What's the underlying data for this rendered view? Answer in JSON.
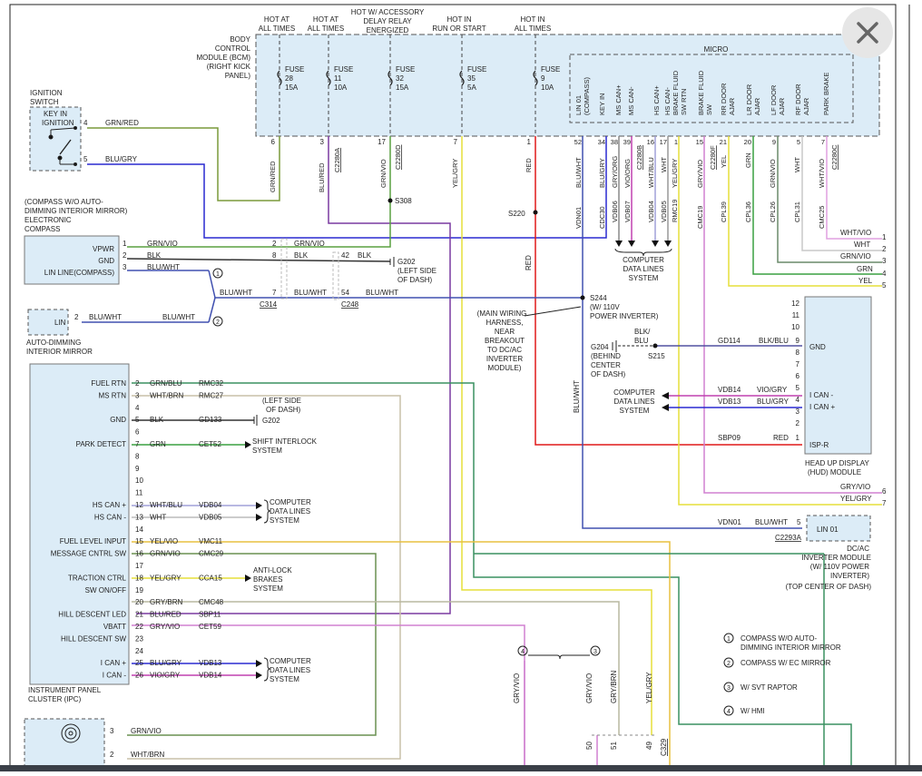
{
  "close_label": "×",
  "bottom_strip": true,
  "top_labels": [
    {
      "id": "t1",
      "lines": [
        "HOT AT",
        "ALL TIMES"
      ]
    },
    {
      "id": "t2",
      "lines": [
        "HOT AT",
        "ALL TIMES"
      ]
    },
    {
      "id": "t3",
      "lines": [
        "HOT W/ ACCESSORY",
        "DELAY RELAY",
        "ENERGIZED"
      ]
    },
    {
      "id": "t4",
      "lines": [
        "HOT IN",
        "RUN OR START"
      ]
    },
    {
      "id": "t5",
      "lines": [
        "HOT IN",
        "ALL TIMES"
      ]
    }
  ],
  "bcm_label": [
    "BODY",
    "CONTROL",
    "MODULE (BCM)",
    "(RIGHT KICK",
    "PANEL)"
  ],
  "micro_label": "MICRO",
  "fuses": [
    {
      "id": "f28",
      "lines": [
        "FUSE",
        "28",
        "15A"
      ],
      "pin": "6",
      "wire": "GRN/RED",
      "conn": ""
    },
    {
      "id": "f11",
      "lines": [
        "FUSE",
        "11",
        "10A"
      ],
      "pin": "3",
      "wire": "BLU/RED",
      "conn": "C2280A"
    },
    {
      "id": "f32",
      "lines": [
        "FUSE",
        "32",
        "15A"
      ],
      "pin": "17",
      "wire": "GRN/VIO",
      "conn": "C2280D"
    },
    {
      "id": "f35",
      "lines": [
        "FUSE",
        "35",
        "5A"
      ],
      "pin": "7",
      "wire": "YEL/GRY",
      "conn": ""
    },
    {
      "id": "f9",
      "lines": [
        "FUSE",
        "9",
        "10A"
      ],
      "pin": "1",
      "wire": "RED",
      "conn": ""
    }
  ],
  "micro_pins": [
    {
      "name": "LIN 01 (COMPASS)",
      "pin": "52",
      "wire": "BLU/WHT",
      "circuit": "VDN01"
    },
    {
      "name": "KEY IN",
      "pin": "34",
      "wire": "BLU/GRY",
      "circuit": "CDC30"
    },
    {
      "name": "MS CAN+",
      "pin": "38",
      "wire": "GRY/ORG",
      "circuit": "VDB06"
    },
    {
      "name": "MS CAN-",
      "pin": "39",
      "wire": "VIO/ORG",
      "circuit": "VDB07"
    },
    {
      "name": "HS CAN+",
      "pin": "16",
      "wire": "WHT/BLU",
      "circuit": "VDB04"
    },
    {
      "name": "HS CAN-",
      "pin": "17",
      "wire": "WHT",
      "circuit": "VDB05"
    },
    {
      "name": "BRAKE FLUID SW RTN",
      "pin": "1",
      "wire": "YEL/GRY",
      "circuit": "RMC19"
    },
    {
      "name": "BRAKE FLUID SW",
      "pin": "15",
      "wire": "GRY/VIO",
      "circuit": "CMC19"
    },
    {
      "name": "RR DOOR AJAR",
      "pin": "21",
      "wire": "YEL",
      "circuit": "CPL39"
    },
    {
      "name": "LR DOOR AJAR",
      "pin": "20",
      "wire": "GRN",
      "circuit": "CPL36"
    },
    {
      "name": "LF DOOR AJAR",
      "pin": "9",
      "wire": "GRN/VIO",
      "circuit": "CPL26"
    },
    {
      "name": "RF DOOR AJAR",
      "pin": "5",
      "wire": "WHT",
      "circuit": "CPL31"
    },
    {
      "name": "PARK BRAKE",
      "pin": "7",
      "wire": "WHT/VIO",
      "circuit": "CMC25"
    }
  ],
  "micro_conns": [
    "C2280B",
    "C2280F",
    "C2280C"
  ],
  "ignition": {
    "title": [
      "IGNITION",
      "SWITCH"
    ],
    "inner": [
      "KEY IN",
      "IGNITION"
    ],
    "pin4": "4",
    "pin5": "5",
    "wire4": "GRN/RED",
    "wire5": "BLU/GRY"
  },
  "compass": {
    "title": [
      "(COMPASS W/O AUTO-",
      "DIMMING INTERIOR MIRROR)",
      "ELECTRONIC",
      "COMPASS"
    ],
    "rows": [
      {
        "label": "VPWR",
        "pin": "1",
        "wire": "GRN/VIO"
      },
      {
        "label": "GND",
        "pin": "2",
        "wire": "BLK"
      },
      {
        "label": "LIN LINE(COMPASS)",
        "pin": "3",
        "wire": "BLU/WHT"
      }
    ]
  },
  "mirror": {
    "label": "LIN",
    "pin": "2",
    "wire1": "BLU/WHT",
    "wire2": "BLU/WHT",
    "title": [
      "AUTO-DIMMING",
      "INTERIOR MIRROR"
    ]
  },
  "c314": {
    "name": "C314",
    "wire_in": "BLU/WHT",
    "pin_a": "7",
    "wire_out": "BLU/WHT"
  },
  "c248": {
    "name": "C248",
    "pin_a": "2",
    "pin_b": "8",
    "pin_c": "42",
    "pin_d": "54",
    "wire_a": "GRN/VIO",
    "wire_b": "BLK",
    "wire_c": "BLK",
    "wire_d": "BLU/WHT"
  },
  "g202": {
    "name": "G202",
    "desc": [
      "(LEFT SIDE",
      "OF DASH)"
    ]
  },
  "s308": "S308",
  "s220": "S220",
  "s244": {
    "name": "S244",
    "desc": "(W/ 110V",
    "desc2": "POWER INVERTER)"
  },
  "harness_note": [
    "(MAIN WIRING",
    "HARNESS,",
    "NEAR",
    "BREAKOUT",
    "TO DC/AC",
    "INVERTER",
    "MODULE)"
  ],
  "red_wire": "RED",
  "blu_wht_vert": "BLU/WHT",
  "computer_data_lines": [
    "COMPUTER",
    "DATA LINES",
    "SYSTEM"
  ],
  "g204": {
    "name": "G204",
    "desc": [
      "(BEHIND",
      "CENTER",
      "OF DASH)"
    ],
    "s215": "S215",
    "wire": [
      "BLK/",
      "BLU"
    ]
  },
  "hud": {
    "title": [
      "HEAD UP DISPLAY",
      "(HUD) MODULE"
    ],
    "pins": [
      "12",
      "11",
      "10",
      "9",
      "8",
      "7",
      "6",
      "5",
      "4",
      "3",
      "2",
      "1"
    ],
    "gnd": "GND",
    "ican_m": "I CAN -",
    "ican_p": "I CAN +",
    "isp": "ISP-R",
    "gd114": "GD114",
    "blk_blu": "BLK/BLU",
    "vdb14": "VDB14",
    "vio_gry": "VIO/GRY",
    "vdb13": "VDB13",
    "blu_gry": "BLU/GRY",
    "sbp09": "SBP09",
    "red": "RED"
  },
  "right_wires": [
    {
      "label": "WHT/VIO",
      "num": "1"
    },
    {
      "label": "WHT",
      "num": "2"
    },
    {
      "label": "GRN/VIO",
      "num": "3"
    },
    {
      "label": "GRN",
      "num": "4"
    },
    {
      "label": "YEL",
      "num": "5"
    }
  ],
  "right_wires2": [
    {
      "label": "GRY/VIO",
      "num": "6"
    },
    {
      "label": "YEL/GRY",
      "num": "7"
    }
  ],
  "inverter": {
    "pin_label": "LIN 01",
    "pin": "5",
    "circuit": "VDN01",
    "wire": "BLU/WHT",
    "conn": "C2293A",
    "title": [
      "DC/AC",
      "INVERTER MODULE",
      "(W/ 110V POWER",
      "INVERTER)",
      "(TOP CENTER OF DASH)"
    ]
  },
  "ipc": {
    "title": [
      "INSTRUMENT PANEL",
      "CLUSTER (IPC)"
    ],
    "rows": [
      {
        "label": "FUEL RTN",
        "pin": "2",
        "wire": "GRN/BLU",
        "circuit": "RMC32"
      },
      {
        "label": "MS RTN",
        "pin": "3",
        "wire": "WHT/BRN",
        "circuit": "RMC27"
      },
      {
        "label": "",
        "pin": "4",
        "wire": "",
        "circuit": ""
      },
      {
        "label": "GND",
        "pin": "5",
        "wire": "BLK",
        "circuit": "GD133"
      },
      {
        "label": "",
        "pin": "6",
        "wire": "",
        "circuit": ""
      },
      {
        "label": "PARK DETECT",
        "pin": "7",
        "wire": "GRN",
        "circuit": "CET52"
      },
      {
        "label": "",
        "pin": "8",
        "wire": "",
        "circuit": ""
      },
      {
        "label": "",
        "pin": "9",
        "wire": "",
        "circuit": ""
      },
      {
        "label": "",
        "pin": "10",
        "wire": "",
        "circuit": ""
      },
      {
        "label": "",
        "pin": "11",
        "wire": "",
        "circuit": ""
      },
      {
        "label": "HS CAN +",
        "pin": "12",
        "wire": "WHT/BLU",
        "circuit": "VDB04"
      },
      {
        "label": "HS CAN -",
        "pin": "13",
        "wire": "WHT",
        "circuit": "VDB05"
      },
      {
        "label": "",
        "pin": "14",
        "wire": "",
        "circuit": ""
      },
      {
        "label": "FUEL LEVEL INPUT",
        "pin": "15",
        "wire": "YEL/VIO",
        "circuit": "VMC11"
      },
      {
        "label": "MESSAGE CNTRL SW",
        "pin": "16",
        "wire": "GRN/VIO",
        "circuit": "CMC29"
      },
      {
        "label": "",
        "pin": "17",
        "wire": "",
        "circuit": ""
      },
      {
        "label": "TRACTION CTRL",
        "pin": "18",
        "wire": "YEL/GRY",
        "circuit": "CCA15"
      },
      {
        "label": "SW ON/OFF",
        "pin": "19",
        "wire": "",
        "circuit": ""
      },
      {
        "label": "",
        "pin": "20",
        "wire": "GRY/BRN",
        "circuit": "CMC48"
      },
      {
        "label": "HILL DESCENT LED",
        "pin": "21",
        "wire": "BLU/RED",
        "circuit": "SBP11"
      },
      {
        "label": "VBATT",
        "pin": "22",
        "wire": "GRY/VIO",
        "circuit": "CET59"
      },
      {
        "label": "HILL DESCENT SW",
        "pin": "23",
        "wire": "",
        "circuit": ""
      },
      {
        "label": "",
        "pin": "24",
        "wire": "",
        "circuit": ""
      },
      {
        "label": "I CAN +",
        "pin": "25",
        "wire": "BLU/GRY",
        "circuit": "VDB13"
      },
      {
        "label": "I CAN -",
        "pin": "26",
        "wire": "VIO/GRY",
        "circuit": "VDB14"
      }
    ]
  },
  "ipc_left_g202": [
    "(LEFT SIDE",
    "OF DASH)"
  ],
  "ipc_g202": "G202",
  "shift_interlock": [
    "SHIFT INTERLOCK",
    "SYSTEM"
  ],
  "abs": [
    "ANTI-LOCK",
    "BRAKES",
    "SYSTEM"
  ],
  "legend": [
    {
      "num": "1",
      "text": [
        "COMPASS W/O AUTO-",
        "DIMMING INTERIOR MIRROR"
      ]
    },
    {
      "num": "2",
      "text": [
        "COMPASS W/ EC MIRROR"
      ]
    },
    {
      "num": "3",
      "text": [
        "W/ SVT RAPTOR"
      ]
    },
    {
      "num": "4",
      "text": [
        "W/ HMI"
      ]
    }
  ],
  "bottom_wires": [
    {
      "label": "GRY/VIO",
      "ref": "4"
    },
    {
      "label": "GRY/VIO",
      "ref": "3"
    },
    {
      "label": "GRY/BRN"
    },
    {
      "label": "YEL/GRY"
    }
  ],
  "bottom_pins": [
    "50",
    "51",
    "49"
  ],
  "c329": "C329",
  "bottom_conn": {
    "pin3": "3",
    "pin2": "2",
    "wire3": "GRN/VIO",
    "wire2": "WHT/BRN"
  }
}
